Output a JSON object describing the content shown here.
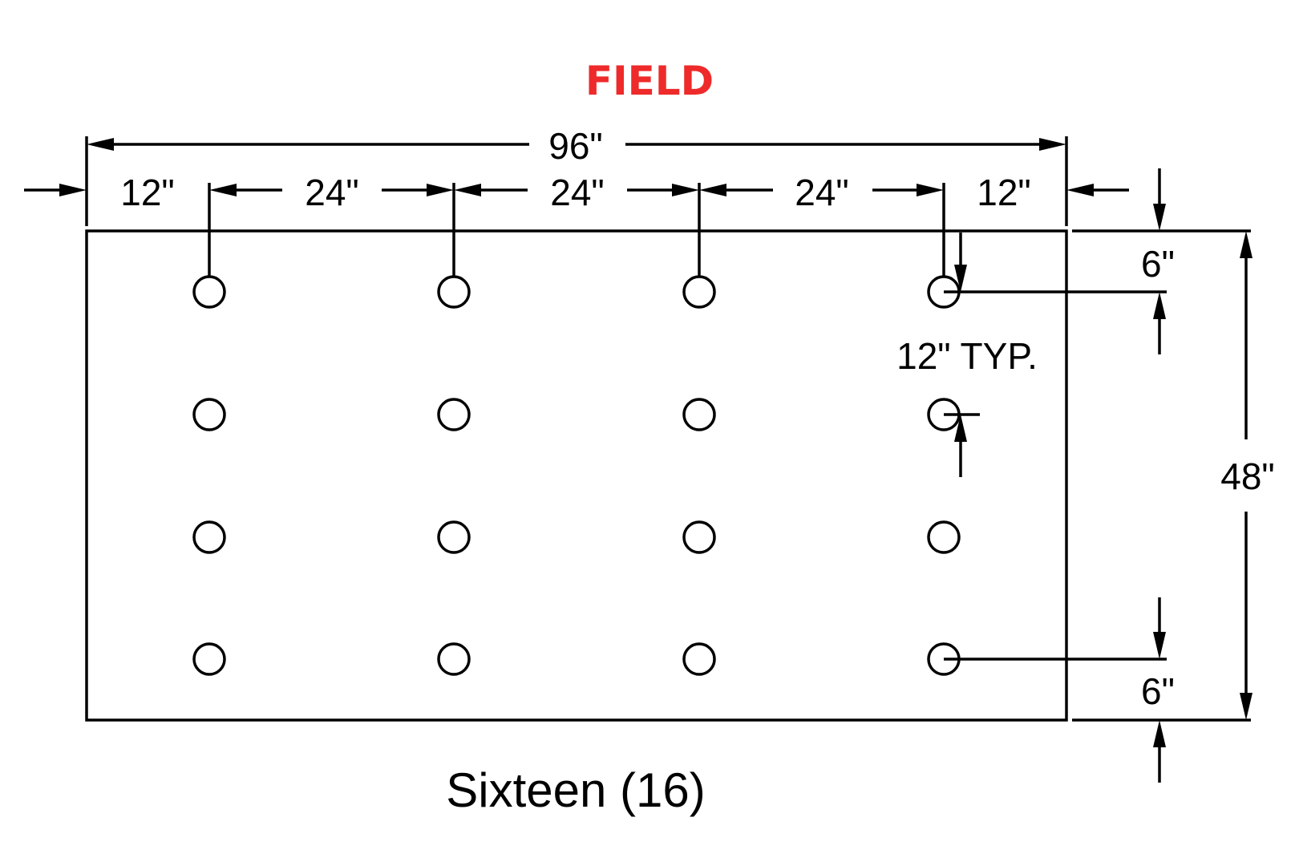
{
  "title": {
    "text": "FIELD",
    "color": "#ee2a2a"
  },
  "dimensions": {
    "overall_width": "96\"",
    "end_left": "12\"",
    "spacing_1": "24\"",
    "spacing_2": "24\"",
    "spacing_3": "24\"",
    "end_right": "12\"",
    "edge_top": "6\"",
    "row_spacing": "12\" TYP.",
    "height": "48\"",
    "edge_bottom": "6\""
  },
  "hole_grid": {
    "columns": 4,
    "rows": 4
  },
  "caption": "Sixteen (16)"
}
